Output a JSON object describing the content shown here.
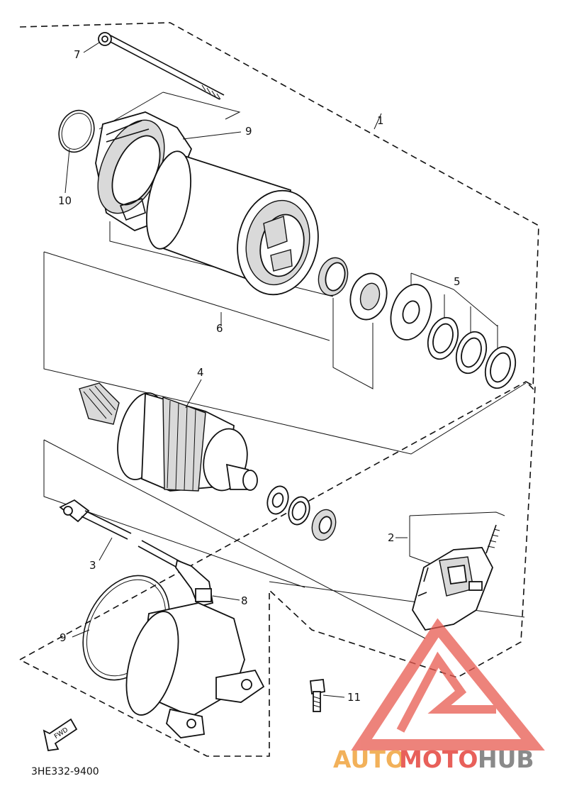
{
  "callouts": {
    "c1": "1",
    "c2": "2",
    "c3": "3",
    "c4": "4",
    "c5": "5",
    "c6": "6",
    "c7": "7",
    "c8": "8",
    "c9a": "9",
    "c9b": "9",
    "c10": "10",
    "c11": "11"
  },
  "direction_arrow": "FWD",
  "part_code": "3HE332-9400",
  "watermark": {
    "brand_auto": "AUTO",
    "brand_moto": "MOTO",
    "brand_hub": "HUB",
    "color_auto": "#f2b15a",
    "color_moto": "#e8605a",
    "color_hub": "#8a8a8a",
    "logo_color": "#e85a50"
  }
}
